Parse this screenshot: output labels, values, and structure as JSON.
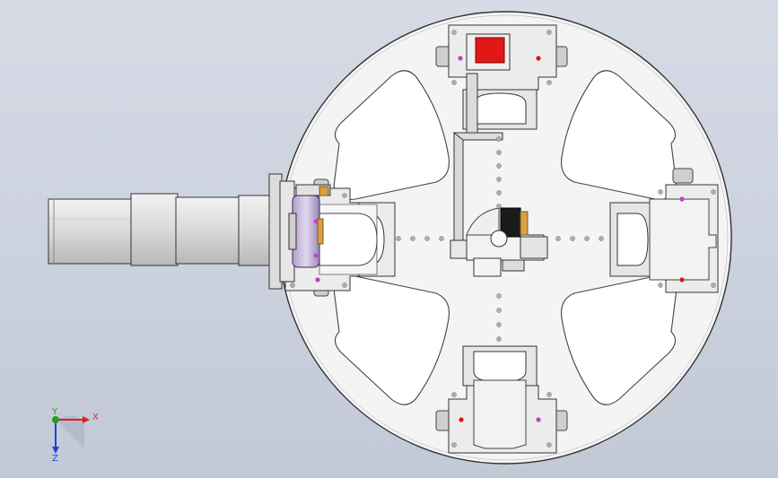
{
  "triad": {
    "x_label": "X",
    "y_label": "Y",
    "z_label": "Z"
  },
  "colors": {
    "background_top": "#d6dbe6",
    "background_bottom": "#c2c9d6",
    "plate": "#f4f4f4",
    "part_steel": "#cfcfcf",
    "sensor_red": "#e01818",
    "marker_magenta": "#c040c0",
    "marker_red": "#d81818",
    "accent_brass": "#d8a040",
    "axis_x": "#e02020",
    "axis_y": "#20a020",
    "axis_z": "#2040e0"
  },
  "icons": {
    "triad": "coordinate-triad-icon"
  }
}
